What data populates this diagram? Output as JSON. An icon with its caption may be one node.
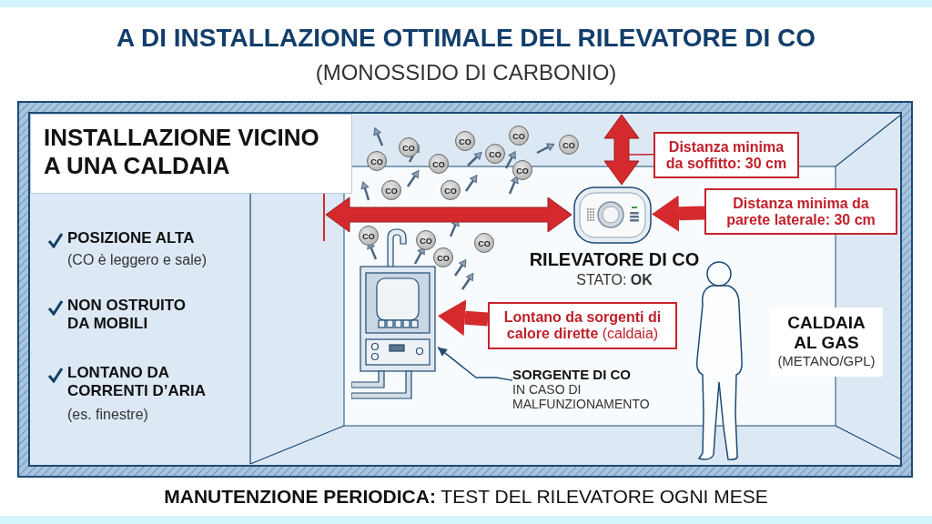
{
  "diagram": {
    "title": "A DI INSTALLAZIONE OTTIMALE DEL RILEVATORE DI CO",
    "nodes": [
      {
        "text": [],
        "shape": "picture",
        "beside": [
          "RILEVATORE DI CO",
          "STATO: **OK**"
        ]
      },
      {
        "text": [
          "Distanza minima da soffitto: 30 cm"
        ]
      },
      {
        "text": [
          "Distanza minima da parete laterale: 30 cm"
        ]
      },
      {
        "text": [
          "**Lontano da sorgenti di calore dirette** (caldaia)"
        ]
      },
      {
        "text": [],
        "shape": "picture"
      },
      {
        "text": [
          "SORGENTE DI CO",
          "IN CASO DI MALFUNZIONAMENTO"
        ]
      },
      {
        "text": [
          "INSTALLAZIONE VICINO A UNA CALDAIA"
        ]
      },
      {
        "text": [
          "CALDAIA AL GAS",
          "(METANO/GPL)"
        ]
      }
    ],
    "edges": [
      {
        "from": 1,
        "to": null,
        "arrow": "none",
        "color": "#c8232c"
      },
      {
        "from": 2,
        "to": 0,
        "arrow": "to",
        "style": "thick",
        "color": "#d42a2e"
      },
      {
        "from": 3,
        "to": 4,
        "arrow": "to",
        "style": "thick",
        "color": "#d42a2e"
      },
      {
        "from": 5,
        "to": 4,
        "arrow": "to",
        "color": "#1d4a75"
      }
    ],
    "labels": [
      "(MONOSSIDO DI CARBONIO)",
      "POSIZIONE ALTA",
      "(CO è leggero e sale)",
      "NON OSTRUITO DA MOBILI",
      "LONTANO DA CORRENTI D’ARIA",
      "(es. finestre)",
      "CO",
      "CO",
      "CO",
      "CO",
      "CO",
      "CO",
      "CO",
      "CO",
      "CO",
      "CO",
      "CO",
      "CO",
      "CO",
      "CO",
      "**MANUTENZIONE PERIODICA:** TEST DEL RILEVATORE OGNI MESE"
    ]
  }
}
